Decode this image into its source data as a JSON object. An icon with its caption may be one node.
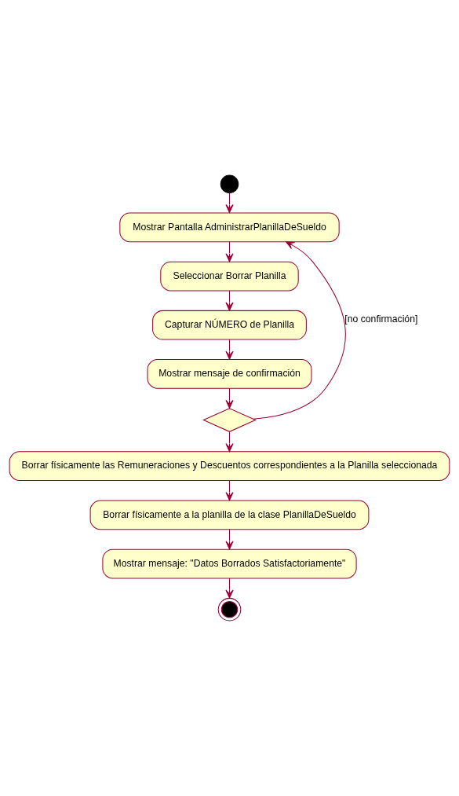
{
  "diagram": {
    "nodes": [
      {
        "text": [],
        "shape": "circle"
      },
      {
        "text": [
          "Mostrar Pantalla AdministrarPlanillaDeSueldo"
        ]
      },
      {
        "text": [
          "Seleccionar Borrar Planilla"
        ]
      },
      {
        "text": [
          "Capturar NÚMERO de Planilla"
        ]
      },
      {
        "text": [
          "Mostrar mensaje de confirmación"
        ]
      },
      {
        "text": [],
        "shape": "diamond"
      },
      {
        "text": [
          "Borrar físicamente las Remuneraciones y Descuentos correspondientes a la Planilla seleccionada"
        ]
      },
      {
        "text": [
          "Borrar físicamente a la planilla de la clase PlanillaDeSueldo"
        ]
      },
      {
        "text": [
          "Mostrar mensaje: \"Datos Borrados Satisfactoriamente\""
        ]
      },
      {
        "text": [],
        "shape": "circle"
      }
    ],
    "edges": [
      {
        "from": 0,
        "to": 1,
        "arrow": "to"
      },
      {
        "from": 1,
        "to": 2,
        "arrow": "to"
      },
      {
        "from": 2,
        "to": 3,
        "arrow": "to"
      },
      {
        "from": 3,
        "to": 4,
        "arrow": "to"
      },
      {
        "from": 4,
        "to": 5,
        "arrow": "to"
      },
      {
        "from": 5,
        "to": 1,
        "arrow": "to",
        "label": "[no confirmación]"
      },
      {
        "from": 5,
        "to": 6,
        "arrow": "to"
      },
      {
        "from": 6,
        "to": 7,
        "arrow": "to"
      },
      {
        "from": 7,
        "to": 8,
        "arrow": "to"
      },
      {
        "from": 8,
        "to": 9,
        "arrow": "to"
      }
    ]
  }
}
